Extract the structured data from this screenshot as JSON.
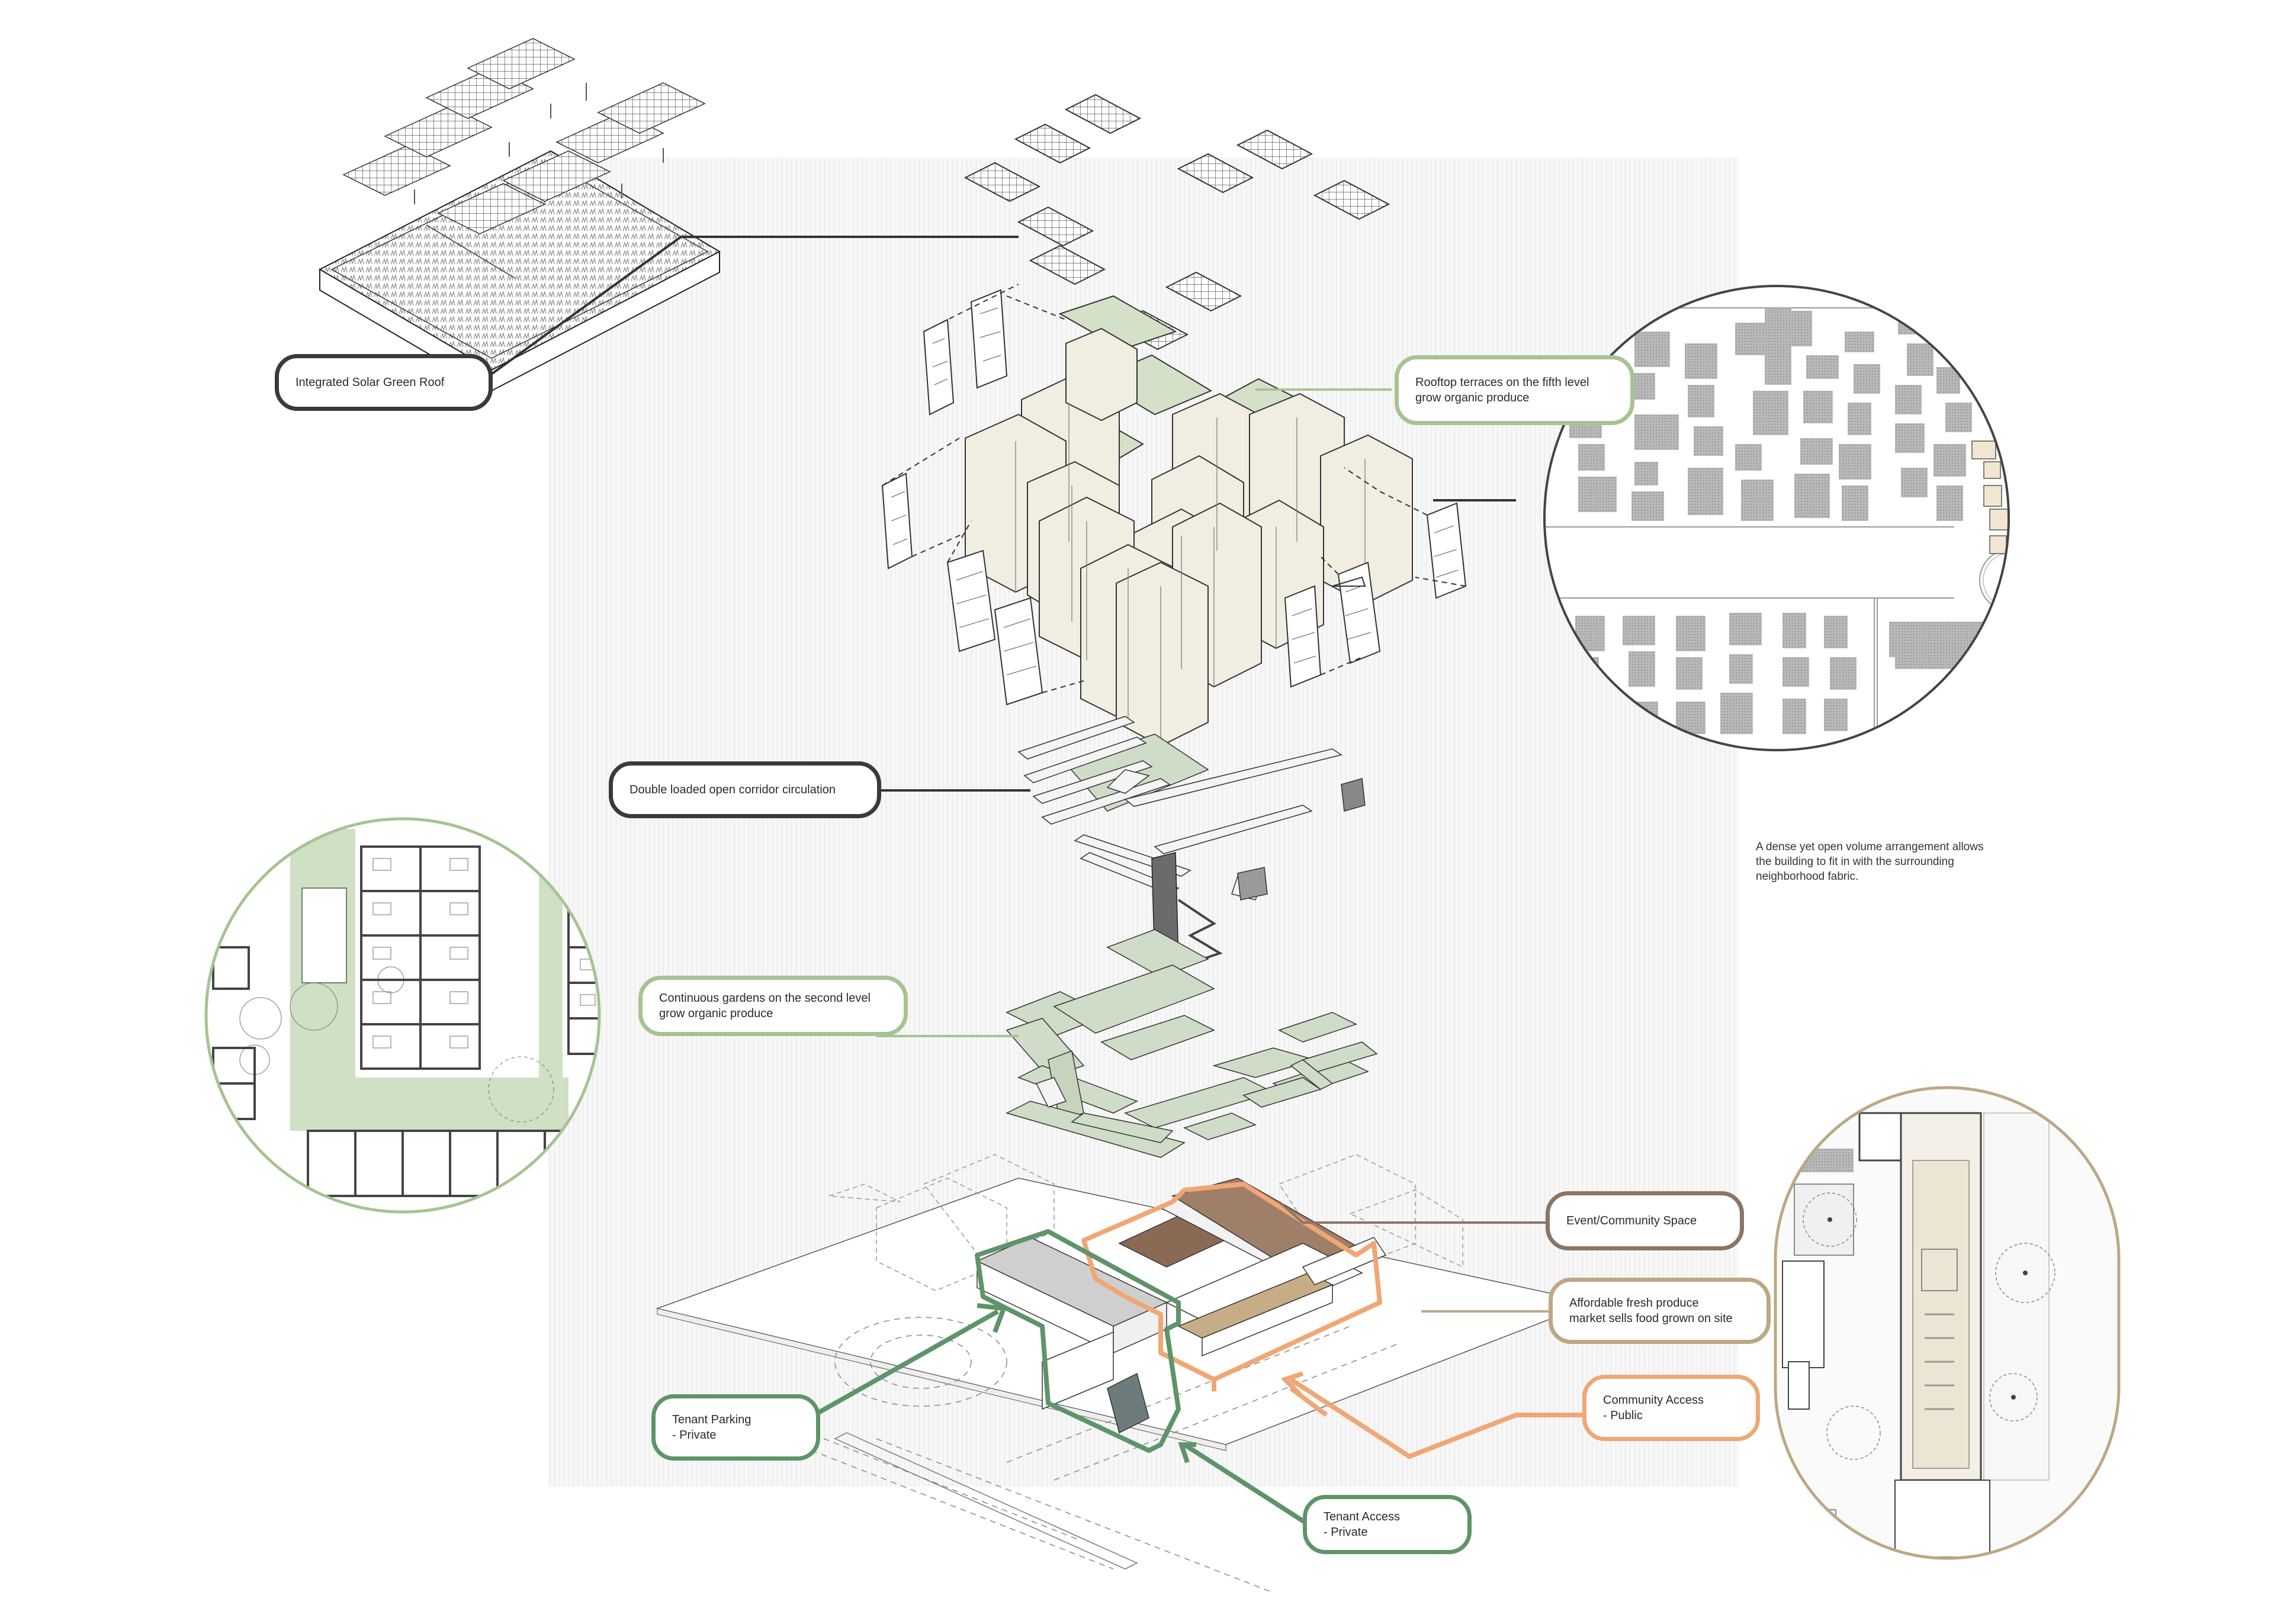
{
  "labels": {
    "solar_roof": "Integrated Solar Green Roof",
    "rooftop_line1": "Rooftop terraces on the fifth level",
    "rooftop_line2": "grow organic produce",
    "corridor": "Double loaded open corridor circulation",
    "gardens_line1": "Continuous gardens on the second level",
    "gardens_line2": "grow organic produce",
    "event": "Event/Community Space",
    "market_line1": "Affordable fresh produce",
    "market_line2": "market sells food grown on site",
    "community_access_line1": "Community Access",
    "community_access_line2": "-  Public",
    "tenant_parking_line1": "Tenant Parking",
    "tenant_parking_line2": "-  Private",
    "tenant_access_line1": "Tenant Access",
    "tenant_access_line2": "-  Private"
  },
  "note": {
    "line1": "A dense yet open volume arrangement allows",
    "line2": "the building to fit in with the surrounding",
    "line3": "neighborhood fabric."
  },
  "colors": {
    "green_dark": "#5e9469",
    "green_light": "#a6c393",
    "orange": "#f0a775",
    "brown": "#8b7565",
    "brown_fill": "#a07f68",
    "tan": "#bda885",
    "volume_fill": "#f1ede1",
    "gray_dark": "#3a3a3a"
  }
}
